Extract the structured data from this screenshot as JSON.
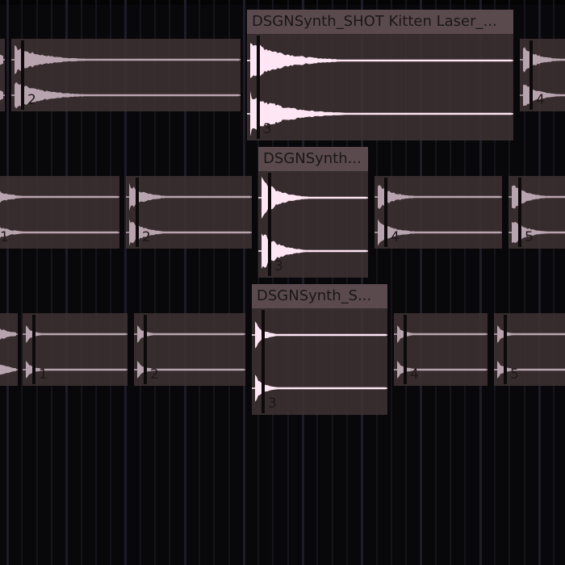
{
  "colors": {
    "background": "#080709",
    "clip": "#3e3234",
    "clip_header": "#5a4a4d",
    "wave": "#b8a4ae",
    "wave_selected": "#ffe6f4"
  },
  "tracks": [
    {
      "clips": [
        {
          "number": ""
        },
        {
          "number": "2"
        },
        {
          "number": "3",
          "title": "DSGNSynth_SHOT Kitten Laser_..."
        },
        {
          "number": "4"
        }
      ]
    },
    {
      "clips": [
        {
          "number": "1"
        },
        {
          "number": "2"
        },
        {
          "number": "3",
          "title": "DSGNSynth..."
        },
        {
          "number": "4"
        },
        {
          "number": "5"
        }
      ]
    },
    {
      "clips": [
        {
          "number": ""
        },
        {
          "number": "1"
        },
        {
          "number": "2"
        },
        {
          "number": "3",
          "title": "DSGNSynth_S..."
        },
        {
          "number": "4"
        },
        {
          "number": "5"
        }
      ]
    }
  ]
}
